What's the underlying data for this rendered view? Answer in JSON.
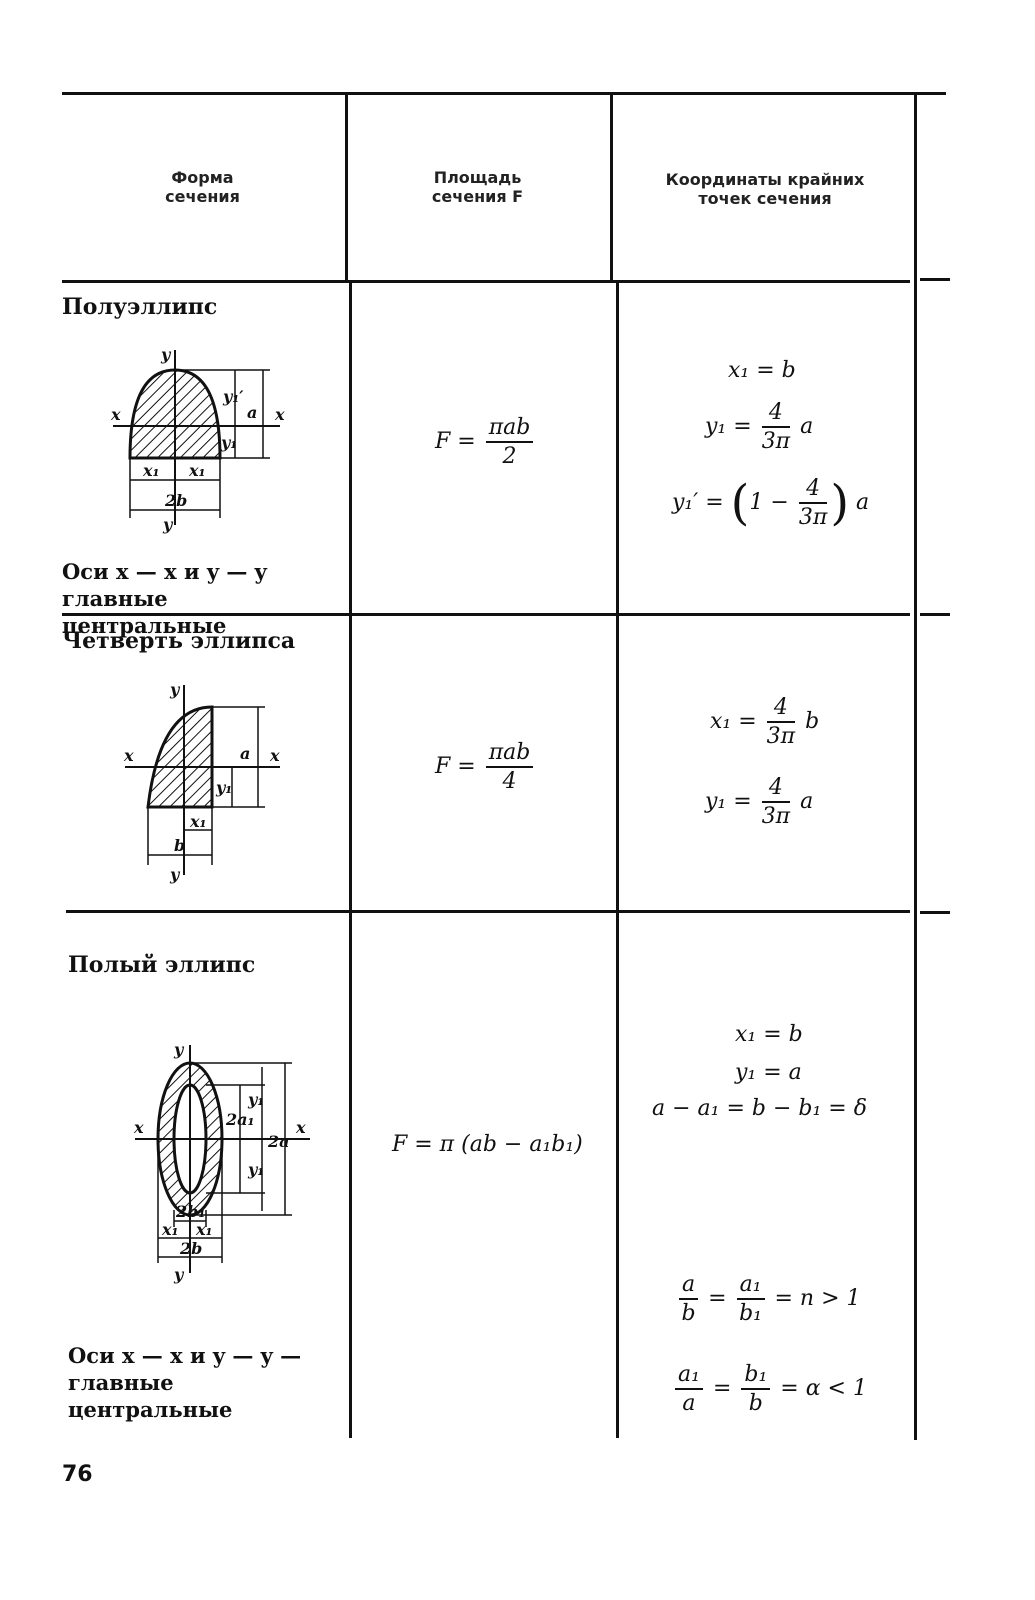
{
  "table": {
    "headers": {
      "shape": "Форма\nсечения",
      "area": "Площадь\nсечения F",
      "coords": "Координаты крайних\nточек сечения"
    },
    "rows": [
      {
        "title": "Полуэллипс",
        "note": "Оси x — x и y — y главные центральные",
        "figure_labels": {
          "y": "y",
          "x": "x",
          "x1": "x₁",
          "y1": "y₁",
          "y1p": "y₁′",
          "a": "a",
          "width": "2b"
        },
        "area": {
          "lhs": "F =",
          "num": "πab",
          "den": "2"
        },
        "coords": [
          "x₁ = b",
          {
            "lhs": "y₁ =",
            "num": "4",
            "den": "3π",
            "tail": "a"
          },
          {
            "lhs": "y₁′ =",
            "open": "(",
            "pre": "1 −",
            "num": "4",
            "den": "3π",
            "close": ")",
            "tail": "a"
          }
        ]
      },
      {
        "title": "Четверть эллипса",
        "figure_labels": {
          "y": "y",
          "x": "x",
          "x1": "x₁",
          "y1": "y₁",
          "a": "a",
          "width": "b"
        },
        "area": {
          "lhs": "F =",
          "num": "πab",
          "den": "4"
        },
        "coords": [
          {
            "lhs": "x₁ =",
            "num": "4",
            "den": "3π",
            "tail": "b"
          },
          {
            "lhs": "y₁ =",
            "num": "4",
            "den": "3π",
            "tail": "a"
          }
        ]
      },
      {
        "title": "Полый эллипс",
        "note": "Оси x — x и y — y — главные центральные",
        "figure_labels": {
          "y": "y",
          "x": "x",
          "x1": "x₁",
          "y1": "y₁",
          "a1": "2a₁",
          "a": "2a",
          "b1": "2b₁",
          "b": "2b"
        },
        "area": {
          "text": "F = π (ab − a₁b₁)"
        },
        "coords": [
          "x₁ = b",
          "y₁ = a",
          "a − a₁ = b − b₁ = δ",
          {
            "n1": "a",
            "d1": "b",
            "eq": "=",
            "n2": "a₁",
            "d2": "b₁",
            "tail": "= n > 1"
          },
          {
            "n1": "a₁",
            "d1": "a",
            "eq": "=",
            "n2": "b₁",
            "d2": "b",
            "tail": "= α < 1"
          }
        ]
      }
    ]
  },
  "page_number": "76",
  "colors": {
    "ink": "#111111",
    "paper": "#ffffff"
  }
}
